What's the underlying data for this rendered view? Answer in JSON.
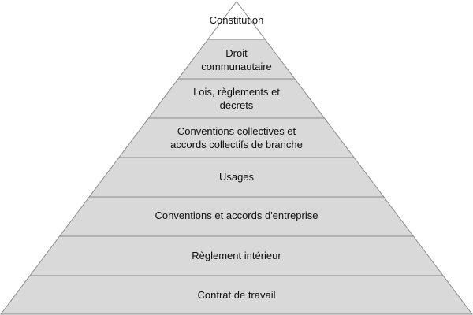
{
  "pyramid": {
    "fill_color": "#d9d9d9",
    "apex_fill_color": "#ffffff",
    "stroke_color": "#8c8c8c",
    "levels": [
      {
        "lines": [
          "Constitution"
        ]
      },
      {
        "lines": [
          "Droit",
          "communautaire"
        ]
      },
      {
        "lines": [
          "Lois, règlements et",
          "décrets"
        ]
      },
      {
        "lines": [
          "Conventions collectives et",
          "accords collectifs de branche"
        ]
      },
      {
        "lines": [
          "Usages"
        ]
      },
      {
        "lines": [
          "Conventions et accords d'entreprise"
        ]
      },
      {
        "lines": [
          "Règlement intérieur"
        ]
      },
      {
        "lines": [
          "Contrat de travail"
        ]
      }
    ]
  }
}
